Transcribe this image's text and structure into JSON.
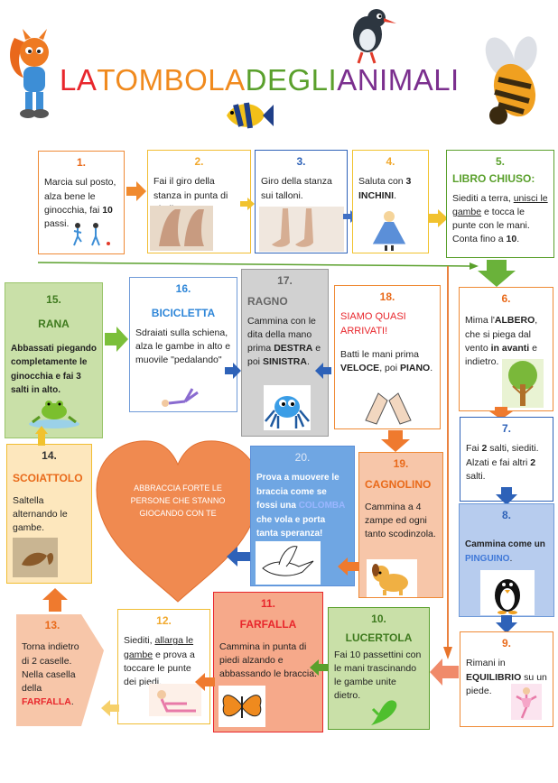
{
  "title": {
    "w1": "LA ",
    "w2": "TOMBOLA ",
    "w3": "DEGLI ",
    "w4": "ANIMALI"
  },
  "colors": {
    "w1": "#e8262c",
    "w2": "#f08a1e",
    "w3": "#5aa02c",
    "w4": "#7b2f8e"
  },
  "heart": {
    "text": "ABBRACCIA FORTE LE PERSONE CHE STANNO GIOCANDO CON TE"
  },
  "cells": {
    "c1": {
      "num": "1.",
      "t1": "Marcia sul posto, alza bene le ginocchia, fai ",
      "b1": "10",
      "t2": " passi."
    },
    "c2": {
      "num": "2.",
      "t1": "Fai il giro della stanza in punta di piedi."
    },
    "c3": {
      "num": "3.",
      "t1": "Giro della stanza sui talloni."
    },
    "c4": {
      "num": "4.",
      "t1": "Saluta con ",
      "b1": "3 INCHINI",
      "t2": "."
    },
    "c5": {
      "num": "5.",
      "head": "LIBRO CHIUSO:",
      "t1": "Siediti a terra, ",
      "u1": "unisci le gambe",
      "t2": " e tocca le punte con le mani. Conta fino a ",
      "b1": "10",
      "t3": "."
    },
    "c6": {
      "num": "6.",
      "t1": "Mima l'",
      "b1": "ALBERO",
      "t2": ", che si piega dal vento ",
      "b2": "in avanti",
      "t3": " e indietro."
    },
    "c7": {
      "num": "7.",
      "t1": "Fai ",
      "b1": "2",
      "t2": " salti, siediti. Alzati e fai altri ",
      "b2": "2",
      "t3": " salti."
    },
    "c8": {
      "num": "8.",
      "t1": "Cammina come un ",
      "b1": "PINGUINO",
      "t2": "."
    },
    "c9": {
      "num": "9.",
      "t1": "Rimani in ",
      "b1": "EQUILIBRIO",
      "t2": " su un piede."
    },
    "c10": {
      "num": "10.",
      "head": "LUCERTOLA",
      "t1": "Fai 10 passettini con le mani trascinando le gambe unite dietro."
    },
    "c11": {
      "num": "11.",
      "head": "FARFALLA",
      "t1": "Cammina in punta di piedi alzando e abbassando le braccia."
    },
    "c12": {
      "num": "12.",
      "t1": "Siediti, ",
      "u1": "allarga le gambe",
      "t2": " e prova a toccare le punte dei piedi."
    },
    "c13": {
      "num": "13.",
      "t1": "Torna indietro di 2 caselle. Nella casella della ",
      "b1": "FARFALLA",
      "t2": "."
    },
    "c14": {
      "num": "14.",
      "head": "SCOIATTOLO",
      "t1": "Saltella alternando le gambe."
    },
    "c15": {
      "num": "15.",
      "head": "RANA",
      "t1": "Abbassati piegando completamente le ginocchia e fai 3 salti in alto."
    },
    "c16": {
      "num": "16.",
      "head": "BICICLETTA",
      "t1": "Sdraiati sulla schiena, alza le gambe in alto e muovile \"pedalando\""
    },
    "c17": {
      "num": "17.",
      "head": "RAGNO",
      "t1": "Cammina con le dita della mano prima ",
      "b1": "DESTRA",
      "t2": " e poi ",
      "b2": "SINISTRA",
      "t3": "."
    },
    "c18": {
      "num": "18.",
      "head": "SIAMO QUASI ARRIVATI!",
      "t1": "Batti le mani prima ",
      "b1": "VELOCE",
      "t2": ", poi ",
      "b2": "PIANO",
      "t3": "."
    },
    "c19": {
      "num": "19.",
      "head": "CAGNOLINO",
      "t1": "Cammina a 4 zampe ed ogni tanto scodinzola."
    },
    "c20": {
      "num": "20.",
      "t1": "Prova a muovere le braccia come se fossi una ",
      "b1": "COLOMBA",
      "t2": " che vola e porta  tanta speranza!"
    }
  }
}
